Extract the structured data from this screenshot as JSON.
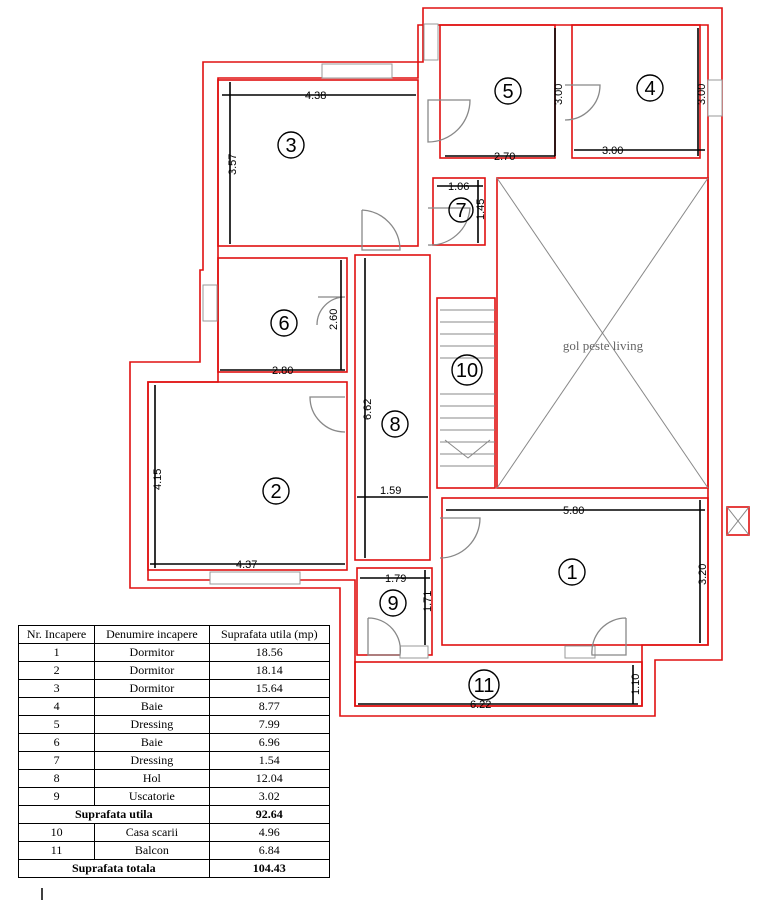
{
  "plan": {
    "rooms": [
      {
        "no": "1"
      },
      {
        "no": "2"
      },
      {
        "no": "3"
      },
      {
        "no": "4"
      },
      {
        "no": "5"
      },
      {
        "no": "6"
      },
      {
        "no": "7"
      },
      {
        "no": "8"
      },
      {
        "no": "9"
      },
      {
        "no": "10"
      },
      {
        "no": "11"
      }
    ],
    "void_label": "gol peste living",
    "dimensions": {
      "r3_w": "4.38",
      "r3_h": "3.57",
      "r5_w": "2.70",
      "r5_h": "3.00",
      "r4_w": "3.00",
      "r4_h": "3.00",
      "r7_w": "1.06",
      "r7_h": "1.45",
      "r6_w": "2.80",
      "r6_h": "2.60",
      "r8_h": "6.62",
      "r8_w": "1.59",
      "r2_w": "4.37",
      "r2_h": "4.15",
      "r1_w": "5.80",
      "r1_h": "3.20",
      "r9_w": "1.79",
      "r9_h": "1.71",
      "r11_w": "6.22",
      "r11_h": "1.10"
    },
    "wall_color": "#e01010"
  },
  "table": {
    "headers": [
      "Nr. Incapere",
      "Denumire incapere",
      "Suprafata utila (mp)"
    ],
    "rows": [
      [
        "1",
        "Dormitor",
        "18.56"
      ],
      [
        "2",
        "Dormitor",
        "18.14"
      ],
      [
        "3",
        "Dormitor",
        "15.64"
      ],
      [
        "4",
        "Baie",
        "8.77"
      ],
      [
        "5",
        "Dressing",
        "7.99"
      ],
      [
        "6",
        "Baie",
        "6.96"
      ],
      [
        "7",
        "Dressing",
        "1.54"
      ],
      [
        "8",
        "Hol",
        "12.04"
      ],
      [
        "9",
        "Uscatorie",
        "3.02"
      ]
    ],
    "subtotal": {
      "label": "Suprafata utila",
      "value": "92.64"
    },
    "rows2": [
      [
        "10",
        "Casa scarii",
        "4.96"
      ],
      [
        "11",
        "Balcon",
        "6.84"
      ]
    ],
    "total": {
      "label": "Suprafata totala",
      "value": "104.43"
    }
  }
}
